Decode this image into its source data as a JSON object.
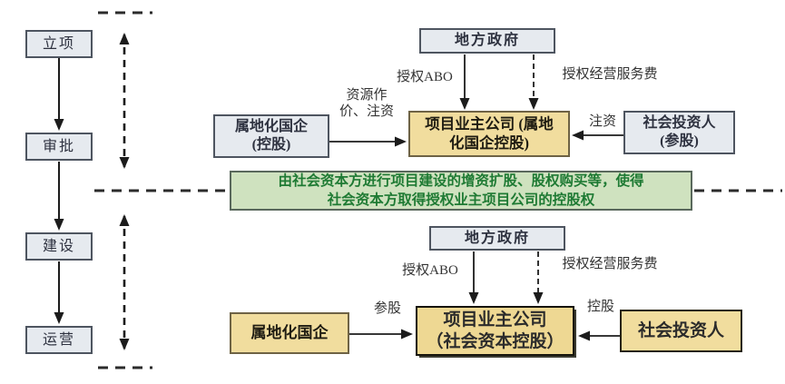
{
  "phase_flow": {
    "items": [
      {
        "label": "立项"
      },
      {
        "label": "审批"
      },
      {
        "label": "建设"
      },
      {
        "label": "运营"
      }
    ]
  },
  "top": {
    "government": "地方政府",
    "label_auth_abo": "授权ABO",
    "label_service_fee": "授权经营服务费",
    "soe_line1": "属地化国企",
    "soe_line2": "(控股)",
    "label_resource_line1": "资源作",
    "label_resource_line2": "价、注资",
    "owner_line1": "项目业主公司 (属地",
    "owner_line2": "化国企控股)",
    "label_inject": "注资",
    "investor_line1": "社会投资人",
    "investor_line2": "(参股)"
  },
  "note": {
    "line1": "由社会资本方进行项目建设的增资扩股、股权购买等，使得",
    "line2": "社会资本方取得授权业主项目公司的控股权"
  },
  "bottom": {
    "government": "地方政府",
    "label_auth_abo": "授权ABO",
    "label_service_fee": "授权经营服务费",
    "soe": "属地化国企",
    "label_join": "参股",
    "owner_line1": "项目业主公司",
    "owner_line2": "（社会资本控股）",
    "label_control": "控股",
    "investor": "社会投资人"
  },
  "colors": {
    "gray_box_fill": "#e6eaef",
    "yellow_box_fill": "#f1dd9e",
    "green_box_fill": "#cfe2bf",
    "green_text": "#1e7a33",
    "line": "#1c1c1c"
  }
}
